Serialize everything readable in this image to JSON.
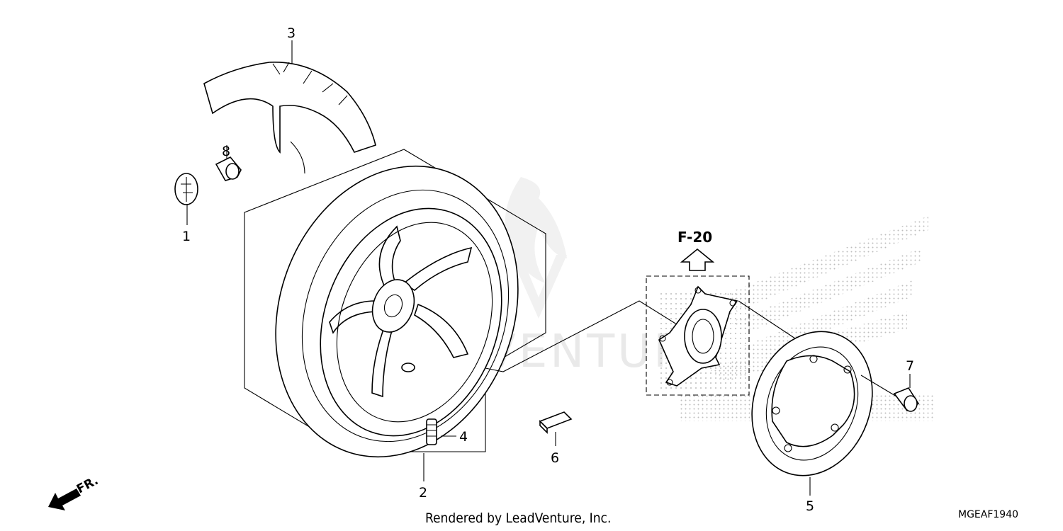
{
  "diagram": {
    "callouts": [
      "1",
      "2",
      "3",
      "4",
      "5",
      "6",
      "7",
      "8"
    ],
    "reference": "F-20",
    "front_indicator": "FR.",
    "credit": "Rendered by LeadVenture, Inc.",
    "diagram_code": "MGEAF1940",
    "watermark": "LEADVENTURE"
  }
}
